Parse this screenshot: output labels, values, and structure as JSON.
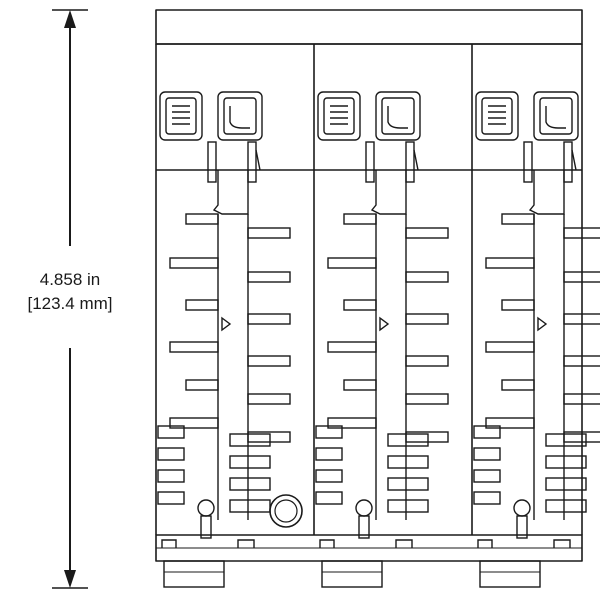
{
  "dimension": {
    "inches": "4.858 in",
    "millimeters": "[123.4 mm]"
  },
  "colors": {
    "stroke": "#1a1a1a",
    "background": "#ffffff"
  },
  "module_count": 3
}
